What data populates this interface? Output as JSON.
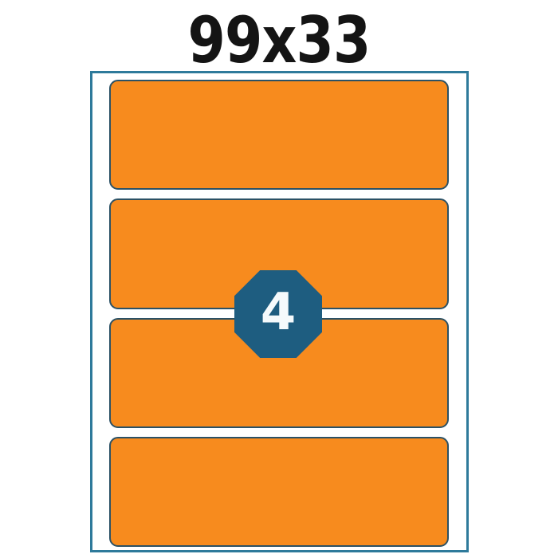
{
  "title": "99x33",
  "badge": {
    "count": "4"
  },
  "sheet": {
    "label_count": 4,
    "rows": 4,
    "columns": 1
  },
  "colors": {
    "page_bg": "#ffffff",
    "title": "#141414",
    "orange": "#f78b1e",
    "label_border": "#2b5165",
    "sheet_border": "#2e7a9b",
    "octagon_fill": "#1e5d80",
    "badge_text": "#f5fafc"
  }
}
